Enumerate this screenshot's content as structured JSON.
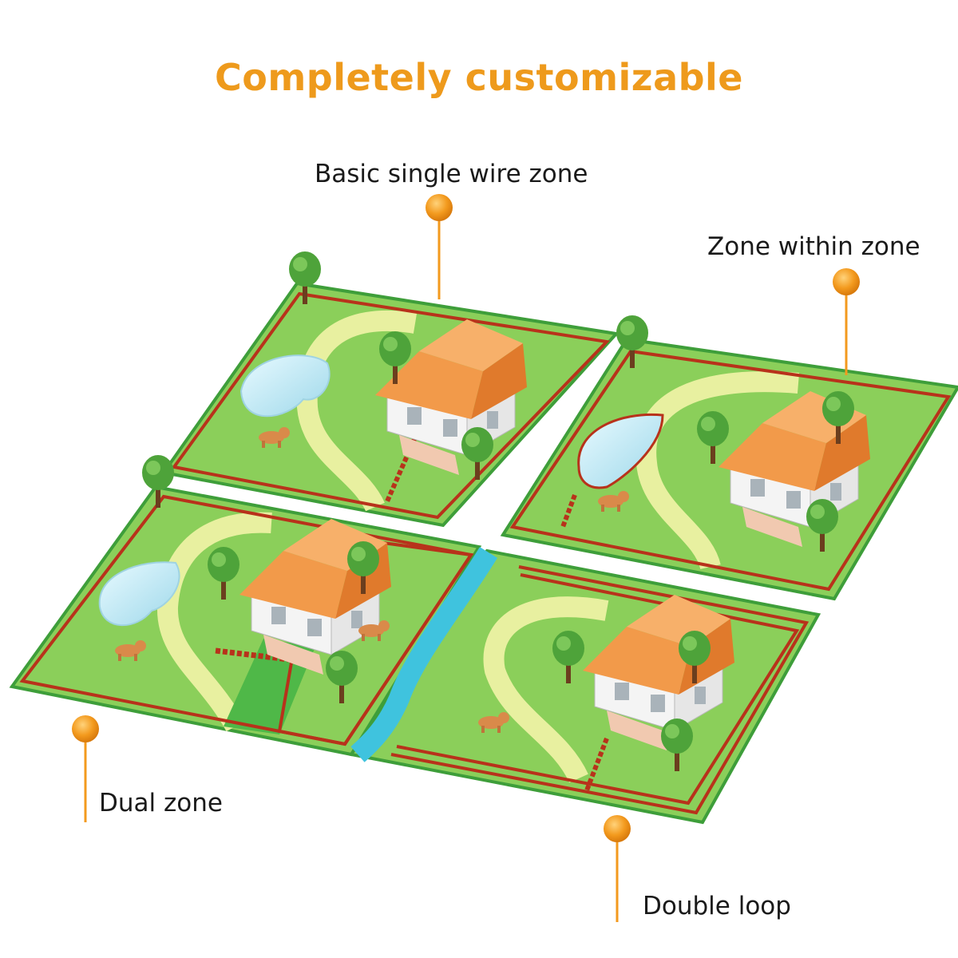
{
  "title": "Completely customizable",
  "callouts": {
    "basic": "Basic single wire zone",
    "zone_within": "Zone within zone",
    "dual": "Dual zone",
    "double": "Double loop"
  },
  "colors": {
    "title": "#EE9A1C",
    "pin": "#F39A1E",
    "grass": "#8BCF5A",
    "grass_edge": "#3E9E3A",
    "wire": "#B8321B",
    "path": "#E8F0A0",
    "pond": "#BFE8F0",
    "river": "#3FC3DE",
    "roof": "#F08C3C",
    "house": "#FFFFFF"
  }
}
